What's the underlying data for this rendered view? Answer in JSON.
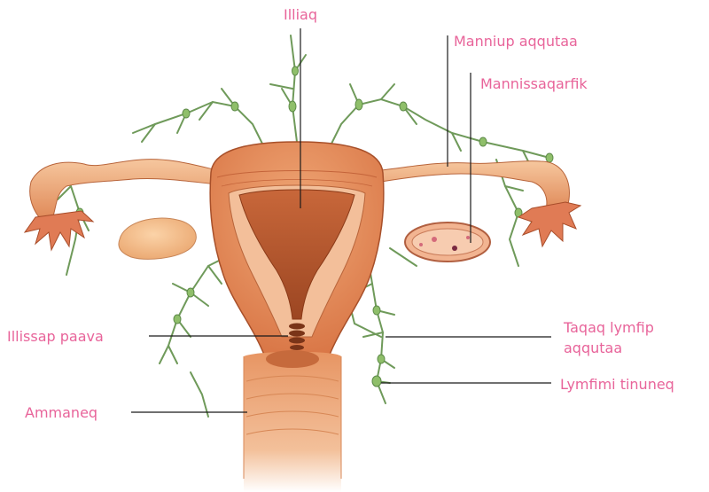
{
  "colors": {
    "label": "#e8649a",
    "leader": "#1a1a1a",
    "tissue_light": "#f3b98c",
    "tissue_mid": "#e48a5a",
    "tissue_dark": "#b5562e",
    "lymph": "#6f9a5a"
  },
  "labels": {
    "uterus": "Illiaq",
    "fallopian_tube": "Manniup aqqutaa",
    "ovary": "Mannissaqarfik",
    "cervix": "Illissap paava",
    "lymph_vessel_line1": "Taqaq lymfip",
    "lymph_vessel_line2": "aqqutaa",
    "lymph_node": "Lymfimi tinuneq",
    "vagina": "Ammaneq"
  }
}
